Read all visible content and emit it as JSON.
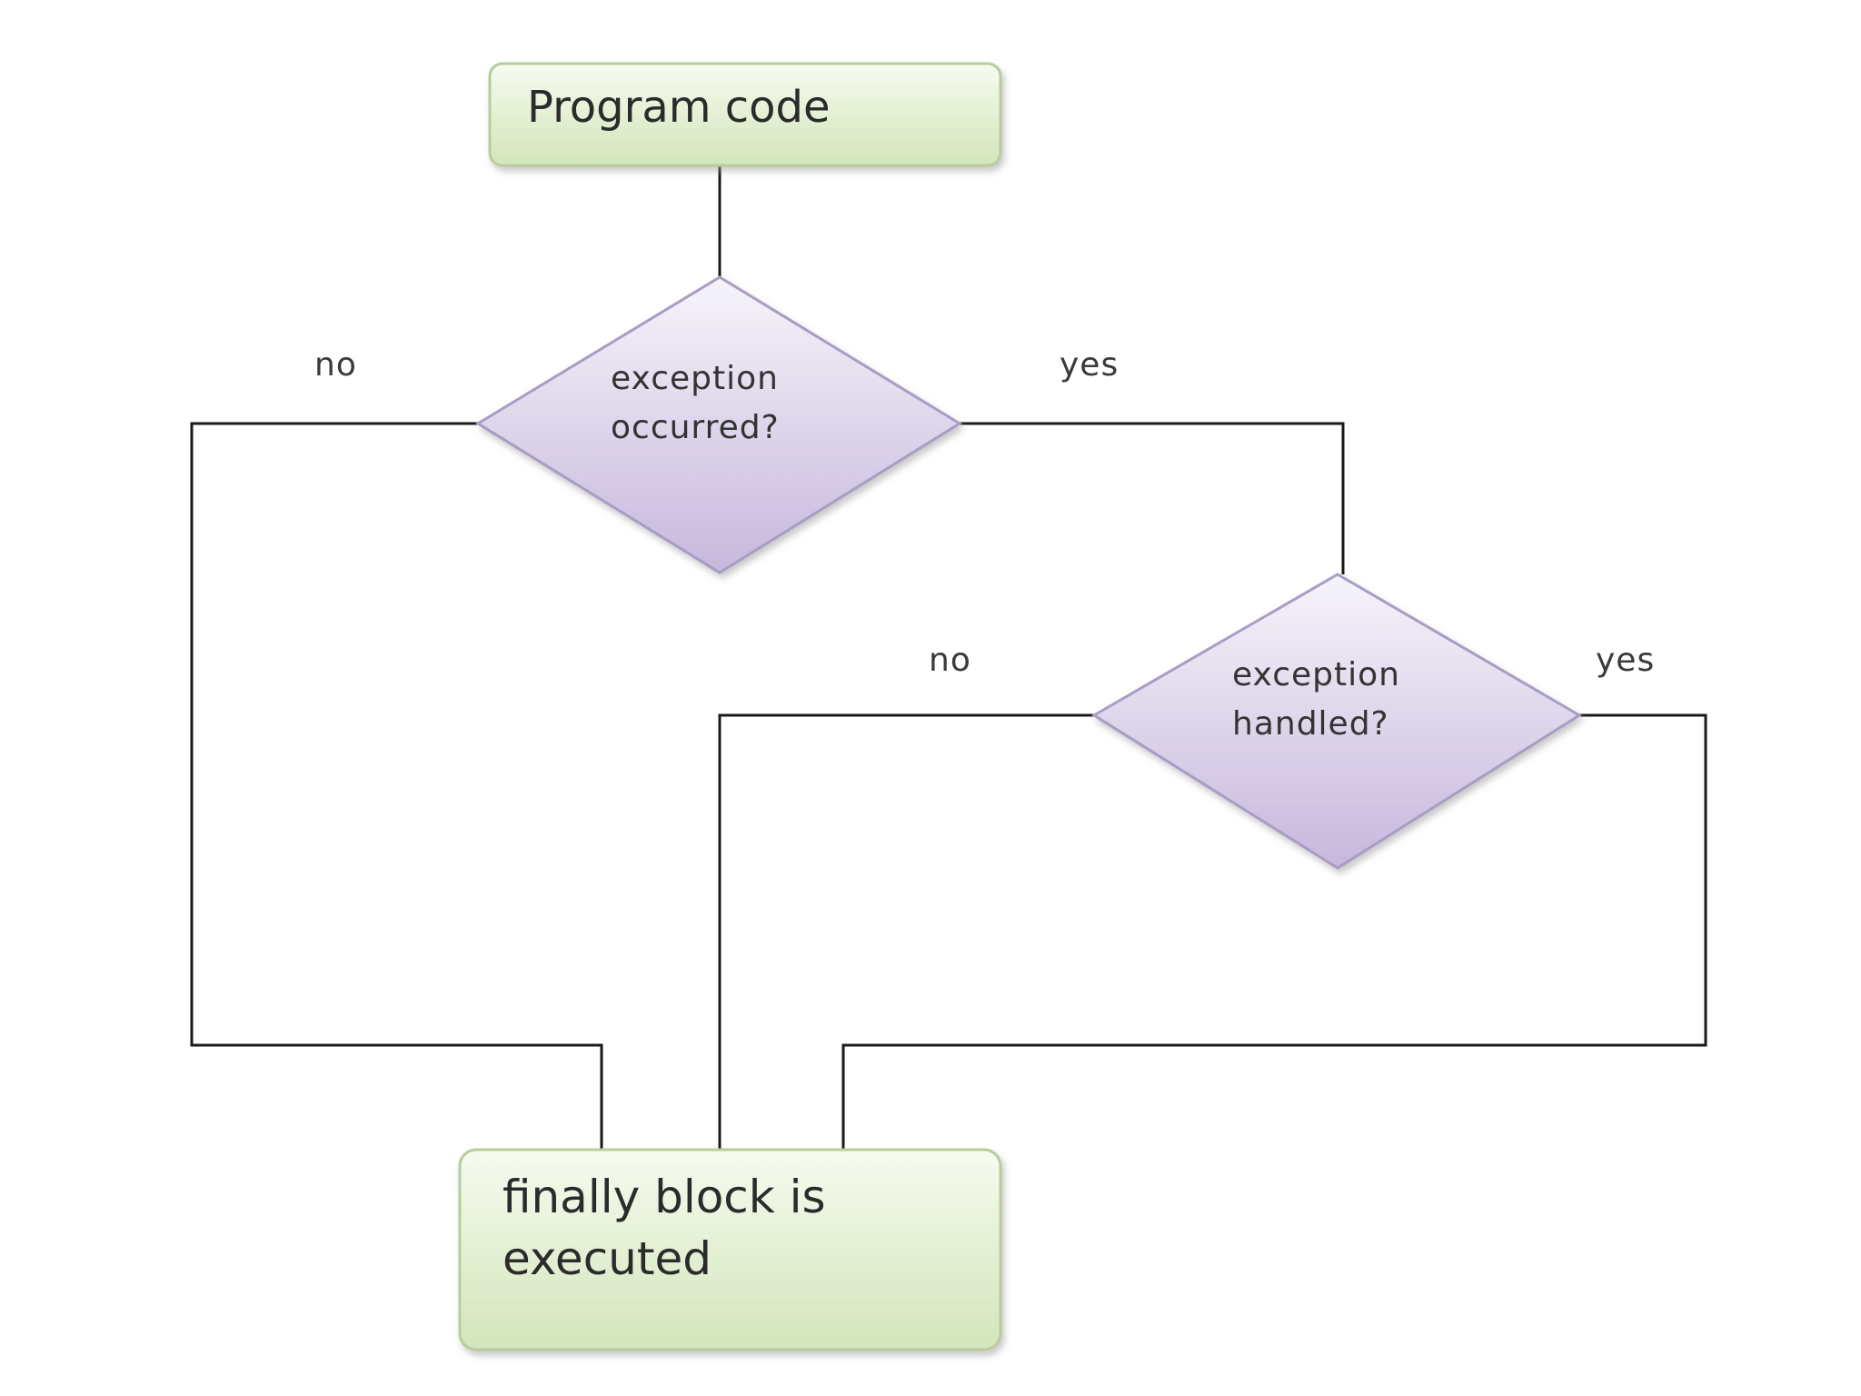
{
  "nodes": {
    "program_code": {
      "label": "Program code"
    },
    "exception_occurred": {
      "line1": "exception",
      "line2": "occurred?"
    },
    "exception_handled": {
      "line1": "exception",
      "line2": "handled?"
    },
    "finally_block": {
      "line1": "finally block is",
      "line2": "executed"
    }
  },
  "edges": {
    "occurred_no": "no",
    "occurred_yes": "yes",
    "handled_no": "no",
    "handled_yes": "yes"
  },
  "colors": {
    "box_fill_top": "#f4f9ec",
    "box_fill_bottom": "#d6e7bf",
    "box_stroke": "#b7cc9a",
    "diamond_fill_top": "#f3f0f8",
    "diamond_fill_bottom": "#c9bcdd",
    "diamond_stroke": "#a99cc4",
    "line": "#1a1a1a"
  }
}
